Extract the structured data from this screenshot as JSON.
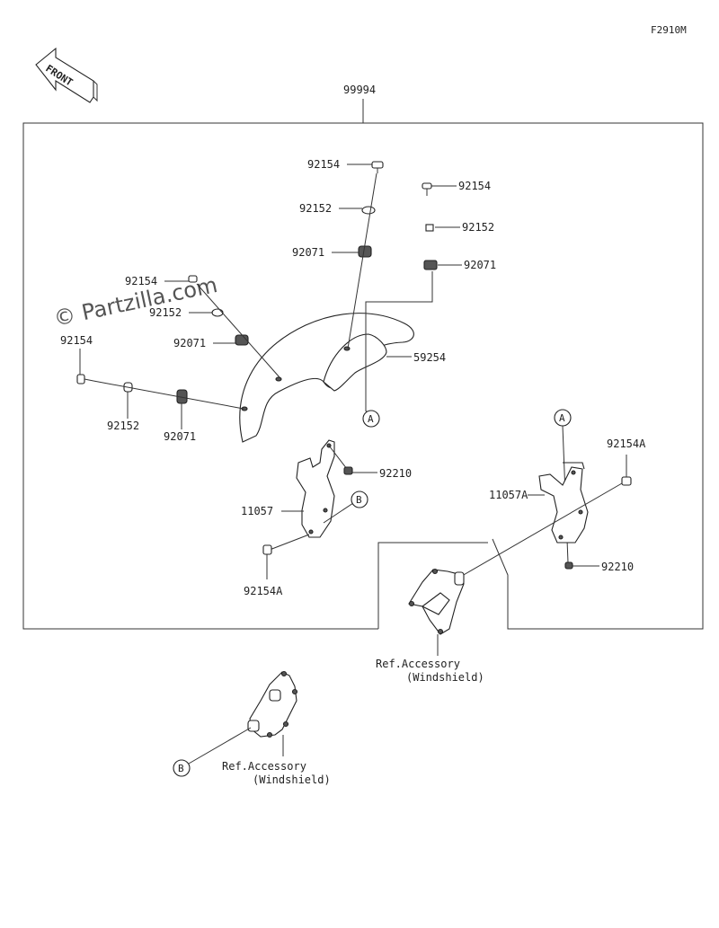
{
  "figure_code": "F2910M",
  "front_label": "FRONT",
  "watermark": "© Partzilla.com",
  "kit_part_number": "99994",
  "callouts": {
    "top_bolt": "92154",
    "top_washer": "92152",
    "top_grommet": "92071",
    "right_bolt": "92154",
    "right_washer": "92152",
    "right_grommet": "92071",
    "left_bolt": "92154",
    "left_washer": "92152",
    "left_grommet": "92071",
    "far_left_bolt": "92154",
    "far_left_washer": "92152",
    "far_left_grommet": "92071",
    "windshield": "59254",
    "left_nut": "92210",
    "left_bracket": "11057",
    "left_bracket_bolt": "92154A",
    "right_bracket": "11057A",
    "right_bracket_bolt": "92154A",
    "right_nut": "92210"
  },
  "ref_markers": {
    "a1": "A",
    "a2": "A",
    "b1": "B",
    "b2": "B"
  },
  "ref_accessory_1": {
    "line1": "Ref.Accessory",
    "line2": "(Windshield)"
  },
  "ref_accessory_2": {
    "line1": "Ref.Accessory",
    "line2": "(Windshield)"
  }
}
